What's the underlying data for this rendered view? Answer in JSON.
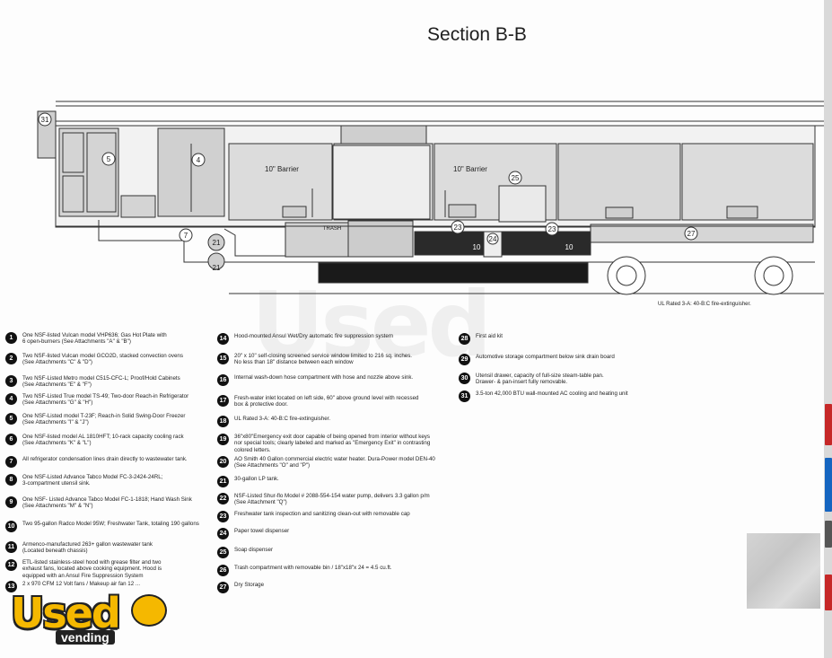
{
  "title": "Section B-B",
  "barrier_labels": [
    "10\" Barrier",
    "10\" Barrier"
  ],
  "diagram_labels": {
    "trash": "TRASH",
    "callouts": [
      "31",
      "5",
      "4",
      "7",
      "21",
      "21",
      "24",
      "25",
      "23",
      "23",
      "10",
      "10",
      "27"
    ]
  },
  "ul_caption": "UL Rated 3-A: 40-B:C fire-extinguisher.",
  "legend": [
    {
      "n": "1",
      "text": "One NSF-listed Vulcan model VHP636; Gas Hot Plate with\n6 open-burners (See Attachments \"A\" & \"B\")"
    },
    {
      "n": "2",
      "text": "Two NSF-listed Vulcan model GCO2D, stacked convection ovens\n(See Attachments \"C\" & \"D\")"
    },
    {
      "n": "3",
      "text": "Two NSF-Listed Metro model C515-CFC-L; Proof/Hold Cabinets\n(See Attachments \"E\" & \"F\")"
    },
    {
      "n": "4",
      "text": "Two NSF-Listed True model TS-49; Two-door Reach-in Refrigerator\n(See Attachments \"G\" & \"H\")"
    },
    {
      "n": "5",
      "text": "One NSF-Listed model T-23F; Reach-in Solid Swing-Door Freezer\n(See Attachments \"I\" & \"J\")"
    },
    {
      "n": "6",
      "text": "One NSF-listed model AL 1810HFT; 10-rack capacity cooling rack\n(See Attachments \"K\" & \"L\")"
    },
    {
      "n": "7",
      "text": "All refrigerator condensation lines drain directly to wastewater tank."
    },
    {
      "n": "8",
      "text": "One NSF-Listed Advance Tabco Model FC-3-2424-24RL;\n3-compartment utensil sink."
    },
    {
      "n": "9",
      "text": "One NSF- Listed Advance Tabco Model FC-1-1818; Hand Wash Sink\n(See Attachments \"M\" & \"N\")"
    },
    {
      "n": "10",
      "text": "Two 95-gallon Radco Model 95W; Freshwater Tank, totaling 190 gallons"
    },
    {
      "n": "11",
      "text": "Armenco-manufactured 263+ gallon wastewater tank\n(Located beneath chassis)"
    },
    {
      "n": "12",
      "text": "ETL-listed stainless-steel hood with grease filter and two\nexhaust fans, located above cooking equipment. Hood is\nequipped with an Ansul Fire Suppression System"
    },
    {
      "n": "13",
      "text": "2 x 970 CFM 12 Volt fans / Makeup air fan 12 ..."
    },
    {
      "n": "14",
      "text": "Hood-mounted Ansul Wet/Dry automatic fire suppression system"
    },
    {
      "n": "15",
      "text": "20\" x 10\" self-closing screened service window limited to 216 sq. inches.\nNo less than 18\" distance between each window"
    },
    {
      "n": "16",
      "text": "Internal wash-down hose compartment with hose and nozzle above sink."
    },
    {
      "n": "17",
      "text": "Fresh-water inlet located on left side, 60\" above ground level with recessed\nbox & protective door."
    },
    {
      "n": "18",
      "text": "UL Rated 3-A: 40-B:C fire-extinguisher."
    },
    {
      "n": "19",
      "text": "36\"x80\"Emergency exit door capable of being opened from interior without keys\nnor special tools; clearly labeled and marked as \"Emergency Exit\" in contrasting\ncolored letters."
    },
    {
      "n": "20",
      "text": "AO Smith 40 Gallon commercial electric water heater. Dura-Power model DEN-40\n(See Attachments \"O\" and \"P\")"
    },
    {
      "n": "21",
      "text": "30-gallon LP tank."
    },
    {
      "n": "22",
      "text": "NSF-Listed Shur-flo Model # 2088-554-154 water pump, delivers 3.3 gallon p/m\n(See Attachment \"Q\")"
    },
    {
      "n": "23",
      "text": "Freshwater tank inspection and sanitizing clean-out with removable cap"
    },
    {
      "n": "24",
      "text": "Paper towel dispenser"
    },
    {
      "n": "25",
      "text": "Soap dispenser"
    },
    {
      "n": "26",
      "text": "Trash compartment with removable bin / 18\"x18\"x 24 = 4.5 cu.ft."
    },
    {
      "n": "27",
      "text": "Dry Storage"
    },
    {
      "n": "28",
      "text": "First aid kit"
    },
    {
      "n": "29",
      "text": "Automotive storage compartment below sink drain board"
    },
    {
      "n": "30",
      "text": "Utensil drawer, capacity of full-size steam-table pan.\nDrawer- & pan-insert fully removable."
    },
    {
      "n": "31",
      "text": "3.5-ton 42,000 BTU wall-mounted AC cooling and heating unit"
    }
  ],
  "watermark": "Used",
  "logo": {
    "word": "Used",
    "sub": "vending"
  },
  "colors": {
    "line": "#333333",
    "panel": "#cfcfcf",
    "tank": "#1a1a1a",
    "logo": "#f5b800"
  }
}
